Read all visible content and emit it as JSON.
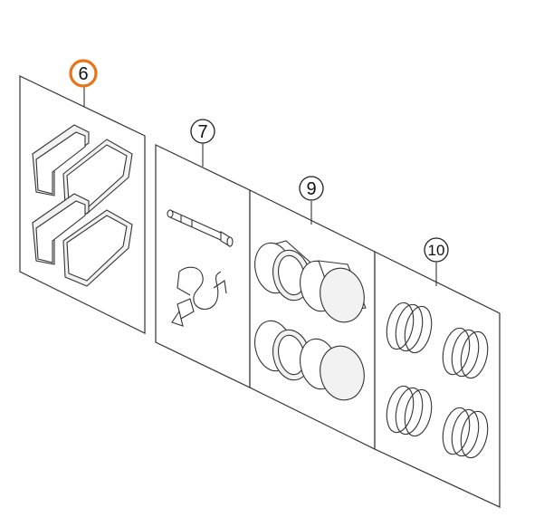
{
  "callouts": [
    {
      "id": "6",
      "label": "6",
      "highlighted": true
    },
    {
      "id": "7",
      "label": "7",
      "highlighted": false
    },
    {
      "id": "9",
      "label": "9",
      "highlighted": false
    },
    {
      "id": "10",
      "label": "10",
      "highlighted": false
    }
  ],
  "colors": {
    "highlight": "#e8741a",
    "line": "#333333"
  }
}
